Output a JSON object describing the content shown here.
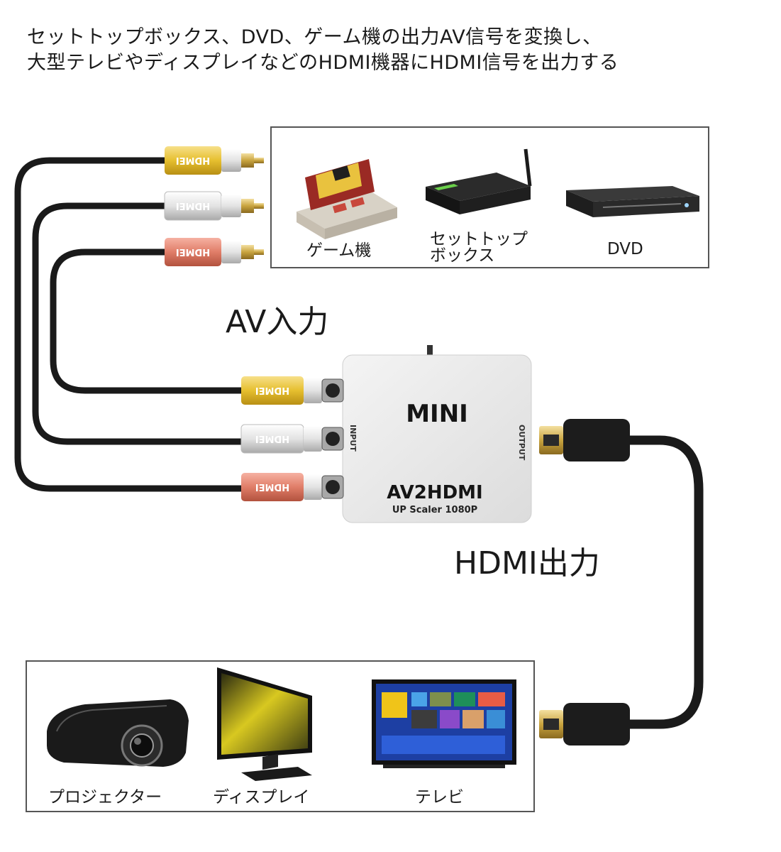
{
  "headline": {
    "line1": "セットトップボックス、DVD、ゲーム機の出力AV信号を変換し、",
    "line2": "大型テレビやディスプレイなどのHDMI機器にHDMI信号を出力する"
  },
  "sources": [
    {
      "label": "ゲーム機",
      "icon": "game-console-icon"
    },
    {
      "label": "セットトップ",
      "label2": "ボックス",
      "icon": "set-top-box-icon"
    },
    {
      "label": "DVD",
      "icon": "dvd-player-icon"
    }
  ],
  "av_input_label": "AV入力",
  "hdmi_output_label": "HDMI出力",
  "converter": {
    "brand": "MINI",
    "model": "AV2HDMI",
    "subtitle": "UP Scaler 1080P",
    "input_port_label": "INPUT",
    "output_port_label": "OUTPUT"
  },
  "plug_brand": "HDMEI",
  "displays": [
    {
      "label": "プロジェクター",
      "icon": "projector-icon"
    },
    {
      "label": "ディスプレイ",
      "icon": "monitor-icon"
    },
    {
      "label": "テレビ",
      "icon": "tv-icon"
    }
  ],
  "colors": {
    "rca_yellow": "#e8c43a",
    "rca_white": "#e6e6e6",
    "rca_red": "#e07d68",
    "cable": "#1a1a1a",
    "box_border": "#555555"
  }
}
